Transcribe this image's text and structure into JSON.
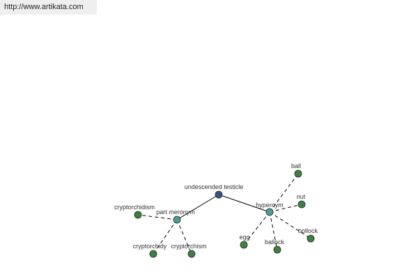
{
  "header": {
    "url": "http://www.artikata.com"
  },
  "colors": {
    "root_node": "#3b4f8a",
    "relation_node": "#4f9a9a",
    "leaf_node": "#3f7f45",
    "node_stroke": "#1e2a1e",
    "edge": "#000000"
  },
  "graph": {
    "root": {
      "label": "undescended testicle"
    },
    "relations": [
      {
        "label": "part meronym",
        "children": [
          {
            "label": "cryptorchidism"
          },
          {
            "label": "cryptorchidy"
          },
          {
            "label": "cryptorchism"
          }
        ]
      },
      {
        "label": "hypernym",
        "children": [
          {
            "label": "ball"
          },
          {
            "label": "nut"
          },
          {
            "label": "bollock"
          },
          {
            "label": "ballock"
          },
          {
            "label": "egg"
          }
        ]
      }
    ]
  }
}
